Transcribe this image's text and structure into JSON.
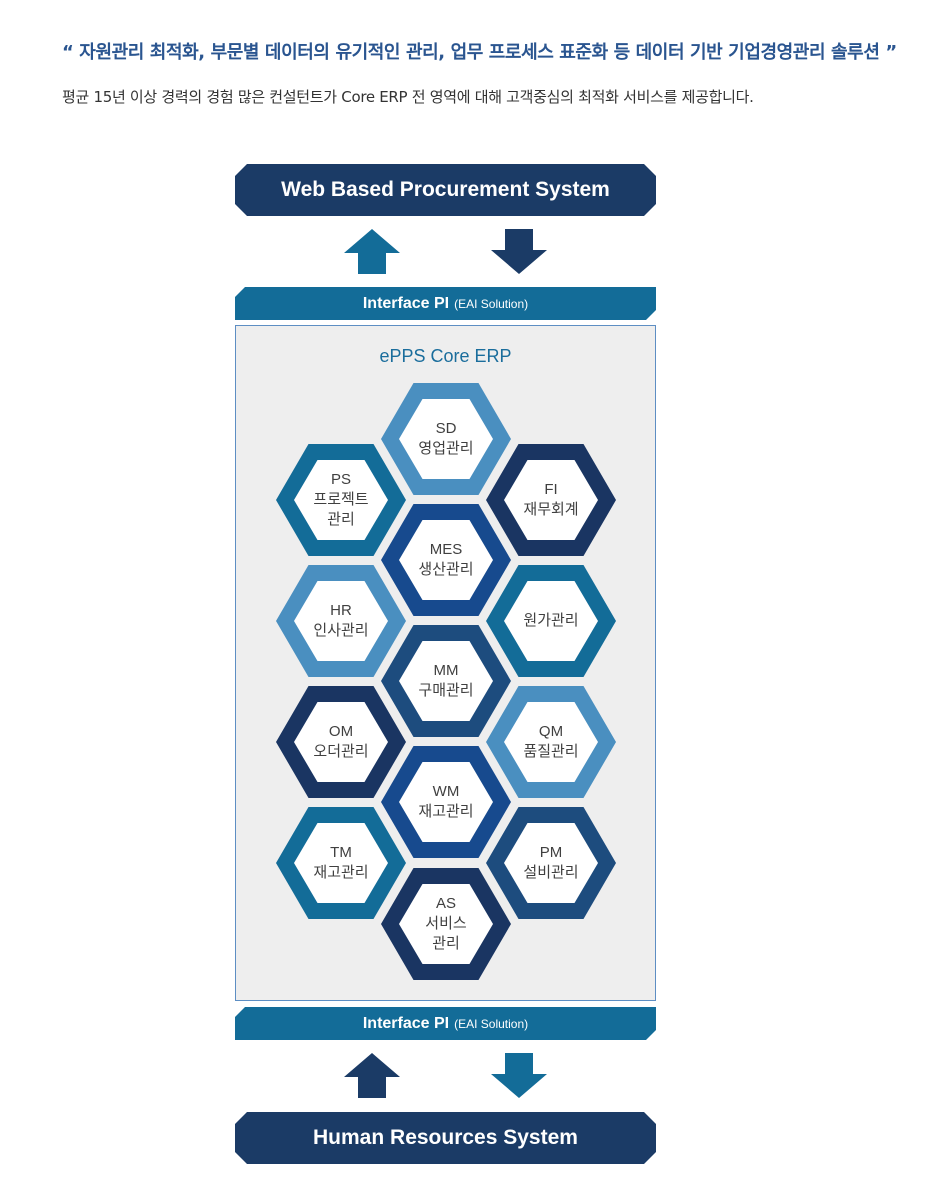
{
  "header": {
    "headline": "“ 자원관리 최적화, 부문별 데이터의 유기적인 관리, 업무 프로세스 표준화 등 데이터 기반 기업경영관리 솔루션 ”",
    "subline": "평균 15년 이상 경력의 경험 많은 컨설턴트가 Core ERP 전 영역에 대해 고객중심의 최적화 서비스를 제공합니다."
  },
  "diagram": {
    "top_system": "Web Based Procurement System",
    "bottom_system": "Human Resources System",
    "interface_top": {
      "label": "Interface PI",
      "sub": "(EAI Solution)"
    },
    "interface_bottom": {
      "label": "Interface PI",
      "sub": "(EAI Solution)"
    },
    "core_title": "ePPS Core ERP",
    "modules": [
      {
        "id": "sd",
        "lines": [
          "SD",
          "영업관리"
        ],
        "color": "#4a8fc0"
      },
      {
        "id": "ps",
        "lines": [
          "PS",
          "프로젝트",
          "관리"
        ],
        "color": "#136c98"
      },
      {
        "id": "fi",
        "lines": [
          "FI",
          "재무회계"
        ],
        "color": "#1a3562"
      },
      {
        "id": "mes",
        "lines": [
          "MES",
          "생산관리"
        ],
        "color": "#174a8e"
      },
      {
        "id": "hr",
        "lines": [
          "HR",
          "인사관리"
        ],
        "color": "#4a8fc0"
      },
      {
        "id": "cost",
        "lines": [
          "원가관리"
        ],
        "color": "#136c98"
      },
      {
        "id": "mm",
        "lines": [
          "MM",
          "구매관리"
        ],
        "color": "#1d4c7e"
      },
      {
        "id": "om",
        "lines": [
          "OM",
          "오더관리"
        ],
        "color": "#1a3562"
      },
      {
        "id": "qm",
        "lines": [
          "QM",
          "품질관리"
        ],
        "color": "#4a8fc0"
      },
      {
        "id": "wm",
        "lines": [
          "WM",
          "재고관리"
        ],
        "color": "#174a8e"
      },
      {
        "id": "tm",
        "lines": [
          "TM",
          "재고관리"
        ],
        "color": "#136c98"
      },
      {
        "id": "pm",
        "lines": [
          "PM",
          "설비관리"
        ],
        "color": "#1d4c7e"
      },
      {
        "id": "as",
        "lines": [
          "AS",
          "서비스",
          "관리"
        ],
        "color": "#1a3562"
      }
    ]
  },
  "colors": {
    "system_bar": "#1b3b66",
    "interface_bar": "#136c98",
    "arrow_light": "#136c98",
    "arrow_dark": "#1b3b66",
    "core_box_bg": "#eeeeee",
    "core_box_border": "#5d8ec3"
  }
}
